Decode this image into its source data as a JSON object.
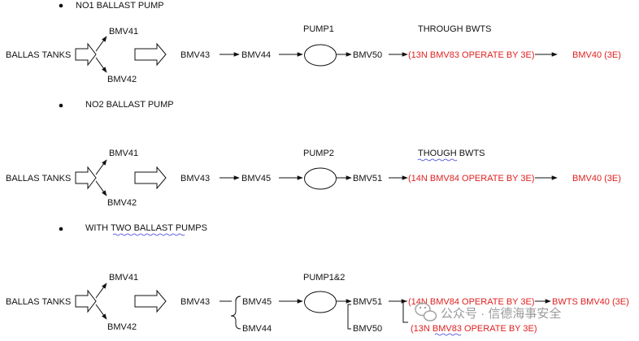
{
  "section1": {
    "bullet": "NO1 BALLAST PUMP",
    "source": "BALLAS TANKS",
    "valve_top": "BMV41",
    "valve_bottom": "BMV42",
    "v43": "BMV43",
    "v44": "BMV44",
    "pump": "PUMP1",
    "v_after_pump": "BMV50",
    "bwts_title": "THROUGH BWTS",
    "red_op": "(13N BMV83 OPERATE BY 3E)",
    "red_end": "BMV40 (3E)"
  },
  "section2": {
    "bullet": "NO2 BALLAST PUMP",
    "source": "BALLAS TANKS",
    "valve_top": "BMV41",
    "valve_bottom": "BMV42",
    "v43": "BMV43",
    "v45": "BMV45",
    "pump": "PUMP2",
    "v_after_pump": "BMV51",
    "bwts_title": "THOUGH  BWTS",
    "red_op": "(14N BMV84 OPERATE BY 3E)",
    "red_end": "BMV40 (3E)"
  },
  "section3": {
    "bullet": "WITH TWO  BALLAST PUMPS",
    "source": "BALLAS TANKS",
    "valve_top": "BMV41",
    "valve_bottom": "BMV42",
    "v43": "BMV43",
    "branch_top": "BMV45",
    "branch_bottom": "BMV44",
    "pump": "PUMP1&2",
    "after_top": "BMV51",
    "after_bottom": "BMV50",
    "red_op_top": "(14N BMV84 OPERATE BY 3E)",
    "red_end": "BWTS  BMV40 (3E)",
    "red_op_bottom": "(13N BMV83 OPERATE BY 3E)"
  },
  "watermark": {
    "text": "公众号 · 信德海事安全",
    "icon": "wechat-icon"
  },
  "colors": {
    "red": "#e02020",
    "line": "#111111",
    "underline": "#3a3ad8"
  }
}
